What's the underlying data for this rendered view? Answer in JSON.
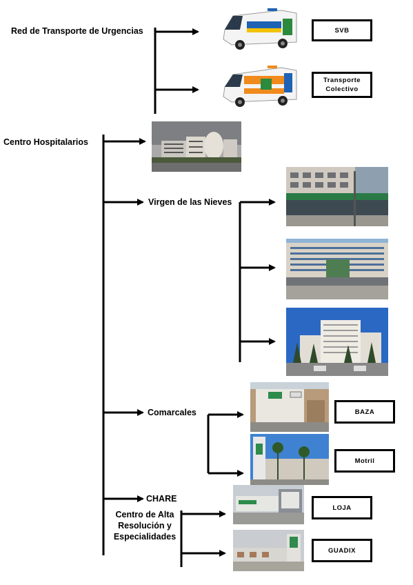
{
  "groups": {
    "transport": {
      "label": "Red de Transporte de Urgencias",
      "items": [
        {
          "box": "SVB",
          "icon": "ambulance-icon"
        },
        {
          "box": "Transporte\nColectivo",
          "icon": "ambulance-icon"
        }
      ]
    },
    "hospitals": {
      "label": "Centro Hospitalarios",
      "virgen": {
        "label": "Virgen de las Nieves"
      },
      "comarcales": {
        "label": "Comarcales",
        "items": [
          {
            "box": "BAZA"
          },
          {
            "box": "Motril"
          }
        ]
      },
      "chare": {
        "label": "CHARE",
        "sublabel": "Centro de Alta\nResolución y\nEspecialidades",
        "items": [
          {
            "box": "LOJA"
          },
          {
            "box": "GUADIX"
          }
        ]
      }
    }
  },
  "colors": {
    "line": "#000000",
    "box_border": "#000000",
    "ambulance_orange": "#f08a1c",
    "ambulance_blue": "#1e62b5"
  }
}
